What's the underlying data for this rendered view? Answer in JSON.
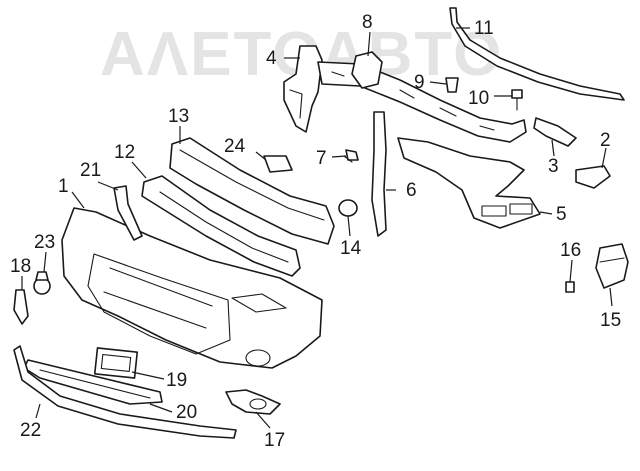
{
  "watermark": "ΑΛΕΤΟΑΒΤΟ",
  "callouts": [
    {
      "id": "c1",
      "text": "1"
    },
    {
      "id": "c2",
      "text": "2"
    },
    {
      "id": "c3",
      "text": "3"
    },
    {
      "id": "c4",
      "text": "4"
    },
    {
      "id": "c5",
      "text": "5"
    },
    {
      "id": "c6",
      "text": "6"
    },
    {
      "id": "c7",
      "text": "7"
    },
    {
      "id": "c8",
      "text": "8"
    },
    {
      "id": "c9",
      "text": "9"
    },
    {
      "id": "c10",
      "text": "10"
    },
    {
      "id": "c11",
      "text": "11"
    },
    {
      "id": "c12",
      "text": "12"
    },
    {
      "id": "c13",
      "text": "13"
    },
    {
      "id": "c14",
      "text": "14"
    },
    {
      "id": "c15",
      "text": "15"
    },
    {
      "id": "c16",
      "text": "16"
    },
    {
      "id": "c17",
      "text": "17"
    },
    {
      "id": "c18",
      "text": "18"
    },
    {
      "id": "c19",
      "text": "19"
    },
    {
      "id": "c20",
      "text": "20"
    },
    {
      "id": "c21",
      "text": "21"
    },
    {
      "id": "c22",
      "text": "22"
    },
    {
      "id": "c23",
      "text": "23"
    },
    {
      "id": "c24",
      "text": "24"
    }
  ],
  "colors": {
    "line": "#1a1a1a",
    "background": "#ffffff",
    "watermark": "#e4e4e4"
  }
}
